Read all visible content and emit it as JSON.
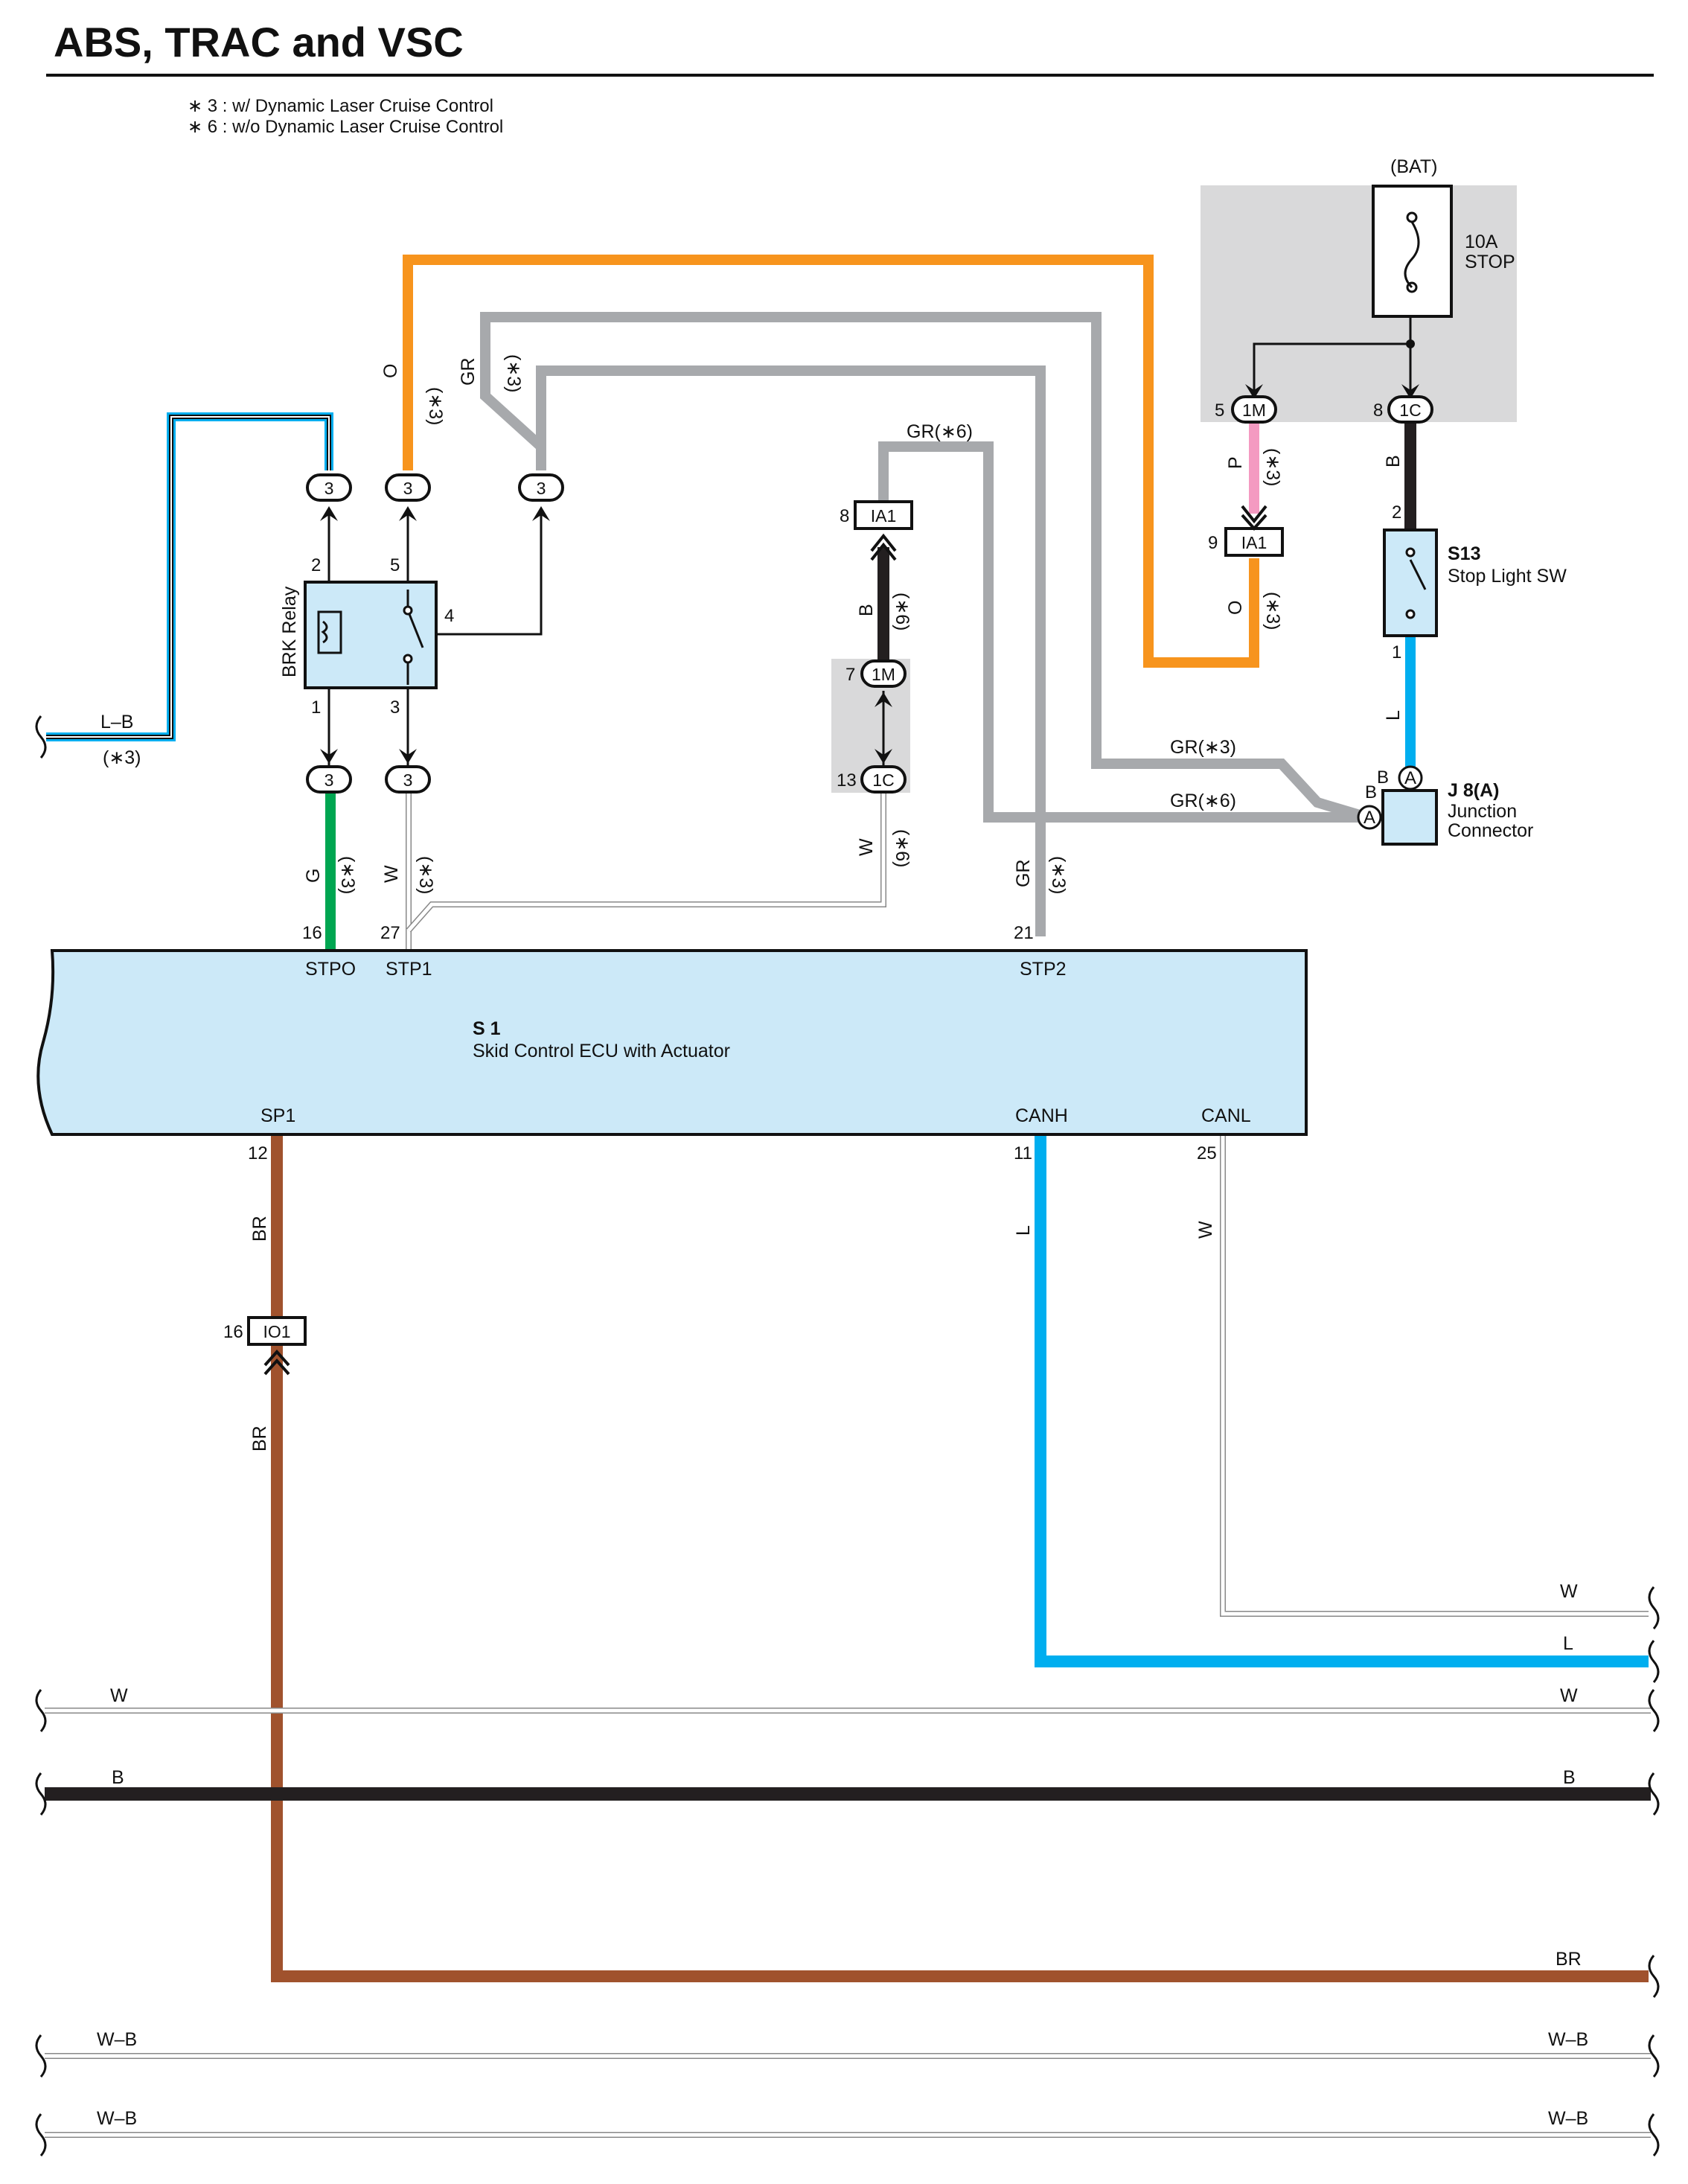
{
  "title": "ABS, TRAC and VSC",
  "notes": [
    "∗ 3 : w/ Dynamic Laser Cruise Control",
    "∗ 6 : w/o Dynamic Laser Cruise Control"
  ],
  "colors": {
    "orange": "#f7941d",
    "gray": "#a7a9ac",
    "blue": "#00aeef",
    "green": "#00a651",
    "pink": "#f49ac1",
    "brown": "#a0522d",
    "black": "#231f20",
    "component": "#cce9f8",
    "shade": "#d9d9da"
  },
  "fuse": {
    "bat": "(BAT)",
    "rating": "10A",
    "name": "STOP"
  },
  "relay": {
    "label": "BRK Relay",
    "pins": [
      "2",
      "5",
      "4",
      "1",
      "3"
    ]
  },
  "stop_light_sw": {
    "code": "S13",
    "name": "Stop Light SW",
    "pin_in": "2",
    "pin_out": "1"
  },
  "junction": {
    "code": "J 8(A)",
    "name1": "Junction",
    "name2": "Connector",
    "letter": "A",
    "wire_b": "B"
  },
  "ecu": {
    "code": "S 1",
    "name": "Skid Control ECU with Actuator",
    "terminals_top": [
      {
        "name": "STPO",
        "pin": "16"
      },
      {
        "name": "STP1",
        "pin": "27"
      },
      {
        "name": "STP2",
        "pin": "21"
      }
    ],
    "terminals_bottom": [
      {
        "name": "SP1",
        "pin": "12"
      },
      {
        "name": "CANH",
        "pin": "11"
      },
      {
        "name": "CANL",
        "pin": "25"
      }
    ]
  },
  "connectors": {
    "c3": "3",
    "c1m": "1M",
    "c1c": "1C",
    "ia1": "IA1",
    "io1": "IO1",
    "pin_5": "5",
    "pin_8": "8",
    "pin_9": "9",
    "pin_7": "7",
    "pin_13": "13",
    "pin_16": "16"
  },
  "wire_labels": {
    "O": "O",
    "GR": "GR",
    "G": "G",
    "W": "W",
    "B": "B",
    "P": "P",
    "L": "L",
    "BR": "BR",
    "LB": "L–B",
    "WB": "W–B",
    "s3": "(∗3)",
    "s6": "(∗6)",
    "gr_s6": "GR(∗6)",
    "gr_s3": "GR(∗3)"
  }
}
